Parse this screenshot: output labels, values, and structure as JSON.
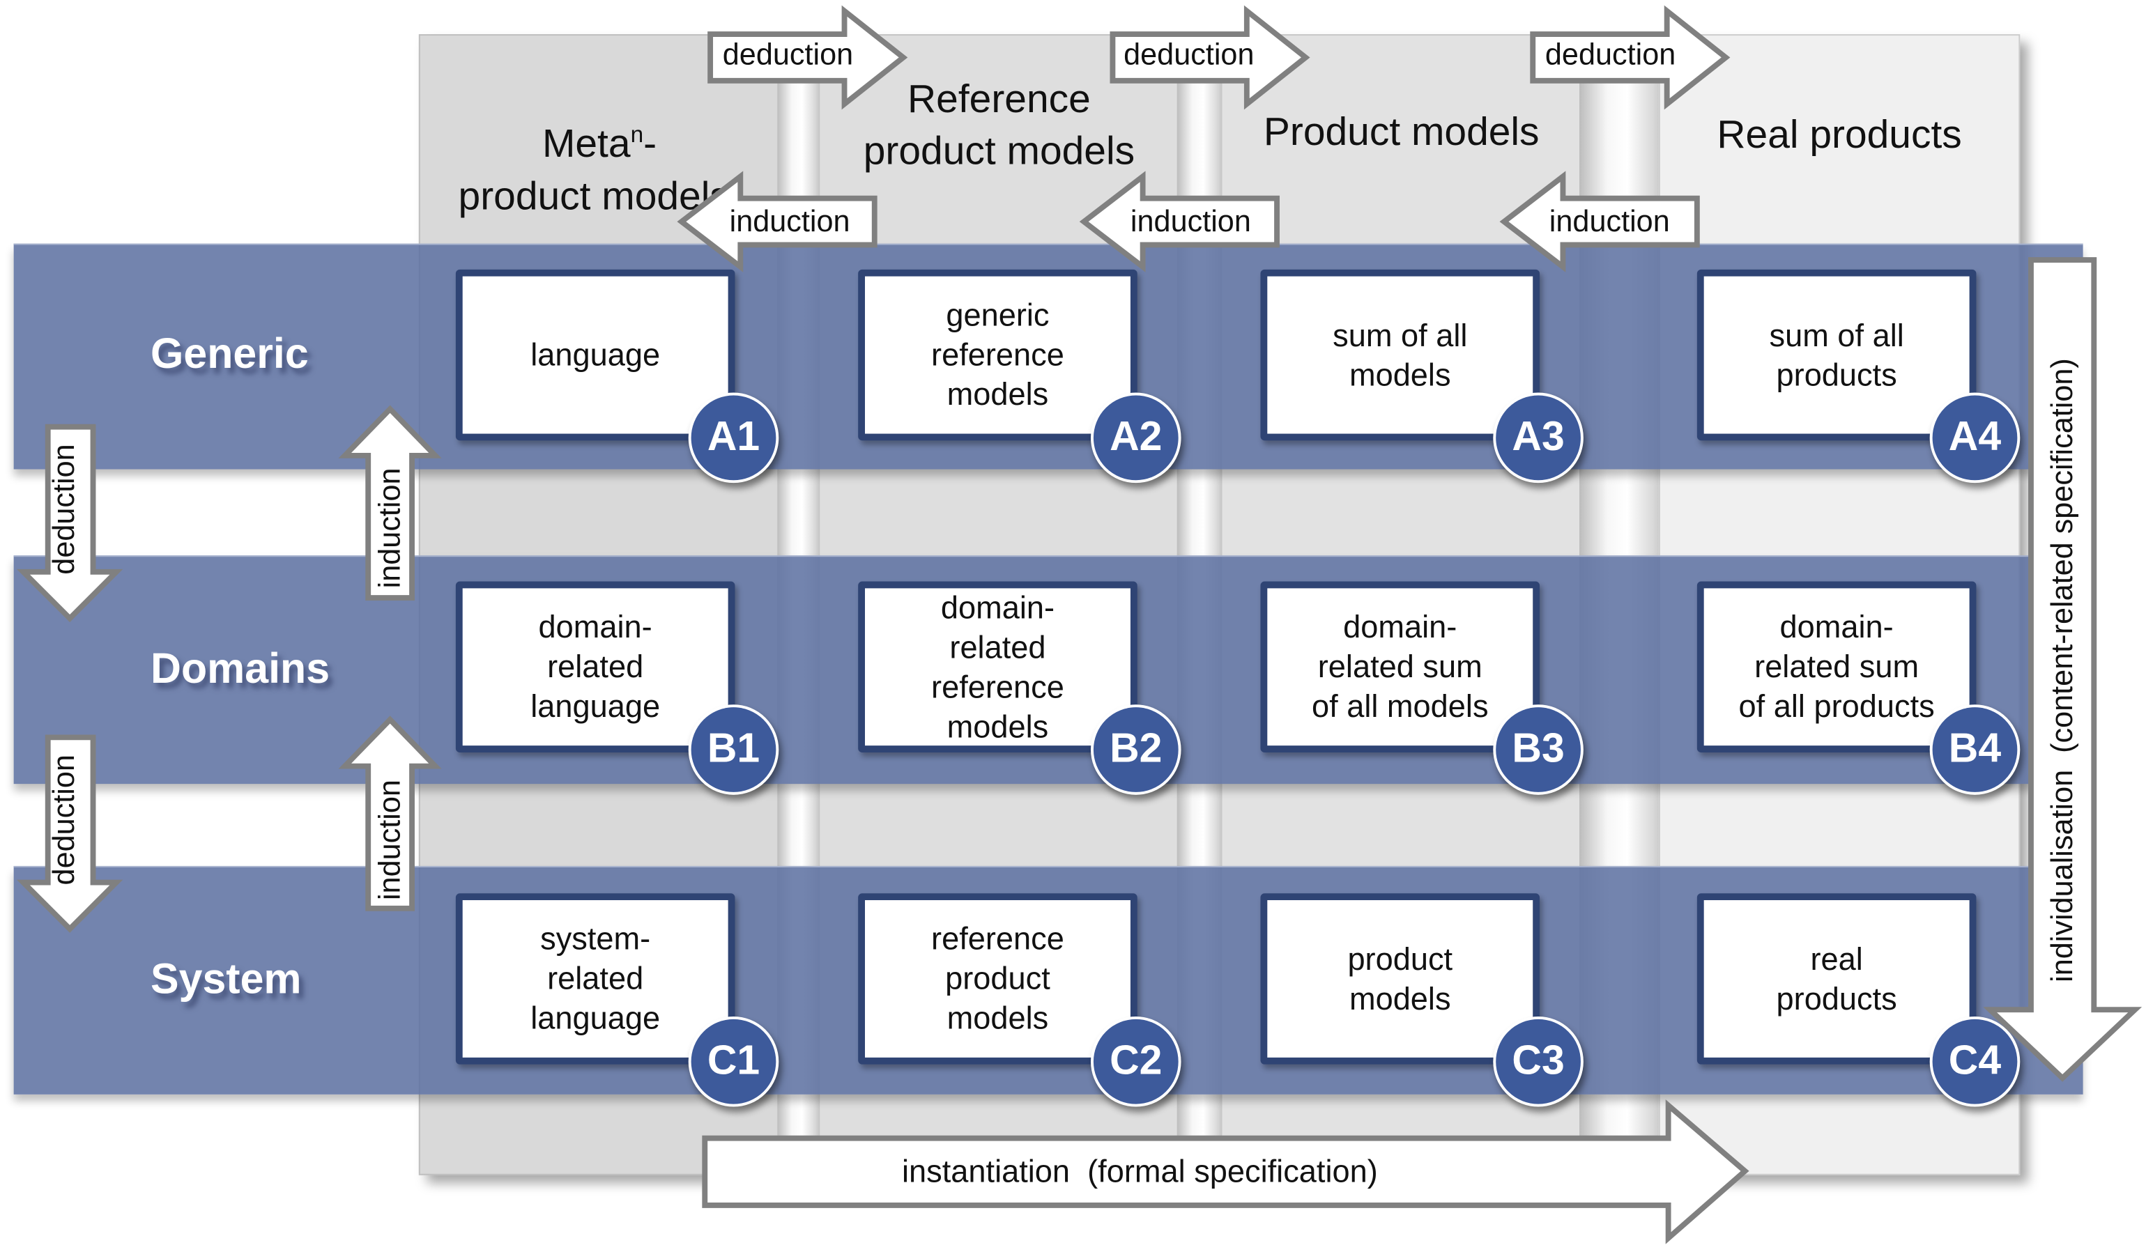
{
  "columns": [
    {
      "title_main": "Meta",
      "title_sup": "n",
      "title_rest": "-",
      "title_line2": "product models"
    },
    {
      "title_line1": "Reference",
      "title_line2": "product models"
    },
    {
      "title_line1": "Product models"
    },
    {
      "title_line1": "Real products"
    }
  ],
  "rows": [
    {
      "label": "Generic"
    },
    {
      "label": "Domains"
    },
    {
      "label": "System"
    }
  ],
  "cells": {
    "A1": {
      "badge": "A1",
      "lines": [
        "language"
      ]
    },
    "A2": {
      "badge": "A2",
      "lines": [
        "generic",
        "reference",
        "models"
      ]
    },
    "A3": {
      "badge": "A3",
      "lines": [
        "sum of all",
        "models"
      ]
    },
    "A4": {
      "badge": "A4",
      "lines": [
        "sum of all",
        "products"
      ]
    },
    "B1": {
      "badge": "B1",
      "lines": [
        "domain-",
        "related",
        "language"
      ]
    },
    "B2": {
      "badge": "B2",
      "lines": [
        "domain-",
        "related",
        "reference",
        "models"
      ]
    },
    "B3": {
      "badge": "B3",
      "lines": [
        "domain-",
        "related sum",
        "of all models"
      ]
    },
    "B4": {
      "badge": "B4",
      "lines": [
        "domain-",
        "related sum",
        "of all products"
      ]
    },
    "C1": {
      "badge": "C1",
      "lines": [
        "system-",
        "related",
        "language"
      ]
    },
    "C2": {
      "badge": "C2",
      "lines": [
        "reference",
        "product",
        "models"
      ]
    },
    "C3": {
      "badge": "C3",
      "lines": [
        "product",
        "models"
      ]
    },
    "C4": {
      "badge": "C4",
      "lines": [
        "real",
        "products"
      ]
    }
  },
  "arrows": {
    "deduction": "deduction",
    "induction": "induction",
    "instantiation": "instantiation  (formal specification)",
    "individualisation": "individualisation  (content-related specification)"
  },
  "colors": {
    "band": "#6073a3",
    "cell_border": "#2f4474",
    "badge": "#3d5a9b",
    "arrow_border": "#808080"
  }
}
